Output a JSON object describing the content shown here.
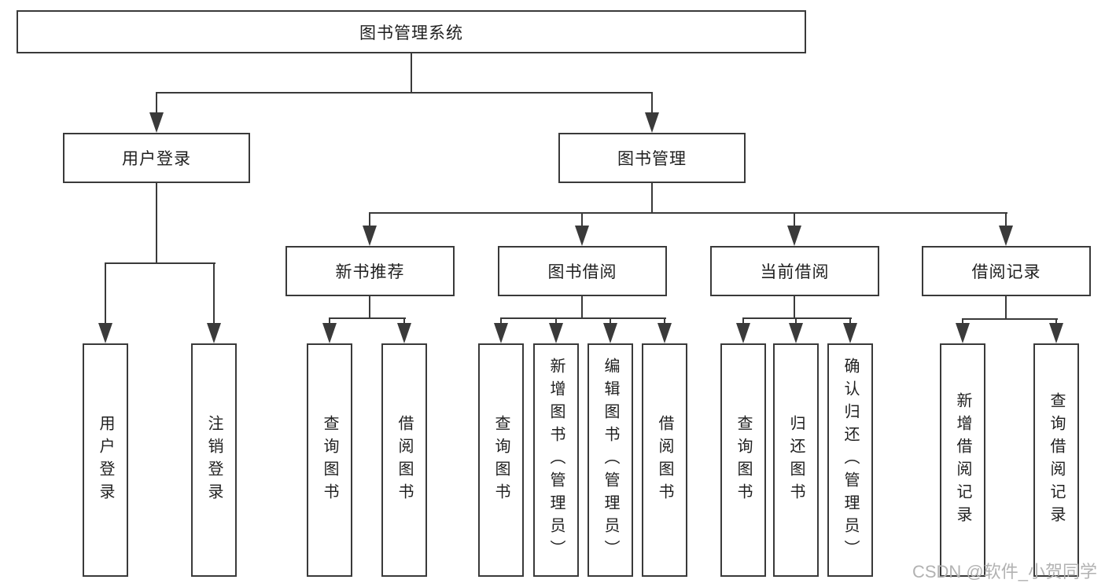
{
  "diagram": {
    "root": {
      "label": "图书管理系统"
    },
    "level2": {
      "user_login": {
        "label": "用户登录"
      },
      "book_management": {
        "label": "图书管理"
      }
    },
    "level3": {
      "new_book_recommend": {
        "label": "新书推荐"
      },
      "book_borrow": {
        "label": "图书借阅"
      },
      "current_borrow": {
        "label": "当前借阅"
      },
      "borrow_records": {
        "label": "借阅记录"
      }
    },
    "leaves": {
      "user_login": {
        "label": "用户登录"
      },
      "logout": {
        "label": "注销登录"
      },
      "recommend_query_book": {
        "label": "查询图书"
      },
      "recommend_borrow_book": {
        "label": "借阅图书"
      },
      "borrow_query_book": {
        "label": "查询图书"
      },
      "borrow_add_book_admin": {
        "label": "新增图书（管理员）"
      },
      "borrow_edit_book_admin": {
        "label": "编辑图书（管理员）"
      },
      "borrow_borrow_book": {
        "label": "借阅图书"
      },
      "current_query_book": {
        "label": "查询图书"
      },
      "current_return_book": {
        "label": "归还图书"
      },
      "current_confirm_return_admin": {
        "label": "确认归还（管理员）"
      },
      "records_add_record": {
        "label": "新增借阅记录"
      },
      "records_query_record": {
        "label": "查询借阅记录"
      }
    }
  },
  "watermark": {
    "text": "CSDN @软件_小贺同学"
  },
  "colors": {
    "line": "#3a3a3a",
    "text": "#1f1f1f",
    "watermark": "#b2b2b2",
    "background": "#ffffff"
  }
}
